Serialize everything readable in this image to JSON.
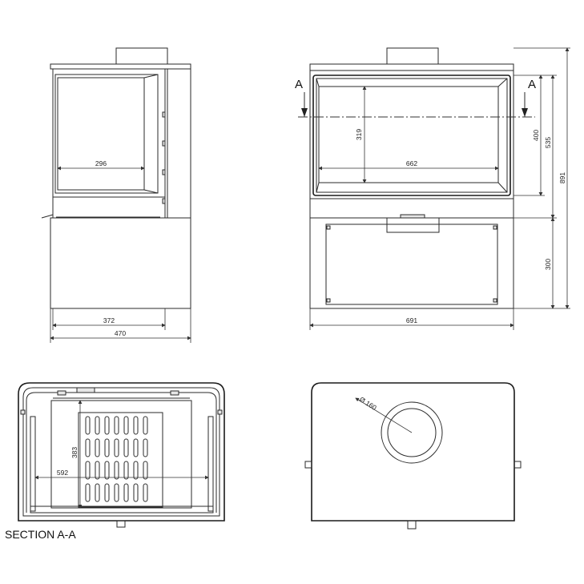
{
  "side_view": {
    "glass_width_label": "296",
    "depth_label": "372",
    "total_depth_label": "470"
  },
  "front_view": {
    "glass_height_label": "319",
    "glass_width_label": "662",
    "total_width_label": "691",
    "door_height_label": "400",
    "body_height_label": "535",
    "base_height_label": "300",
    "total_height_label": "891",
    "section_mark_left": "A",
    "section_mark_right": "A"
  },
  "section_view": {
    "caption": "SECTION A-A",
    "inner_width_label": "592",
    "inner_depth_label": "383"
  },
  "top_view": {
    "flue_diameter_label": "Ø 160"
  }
}
